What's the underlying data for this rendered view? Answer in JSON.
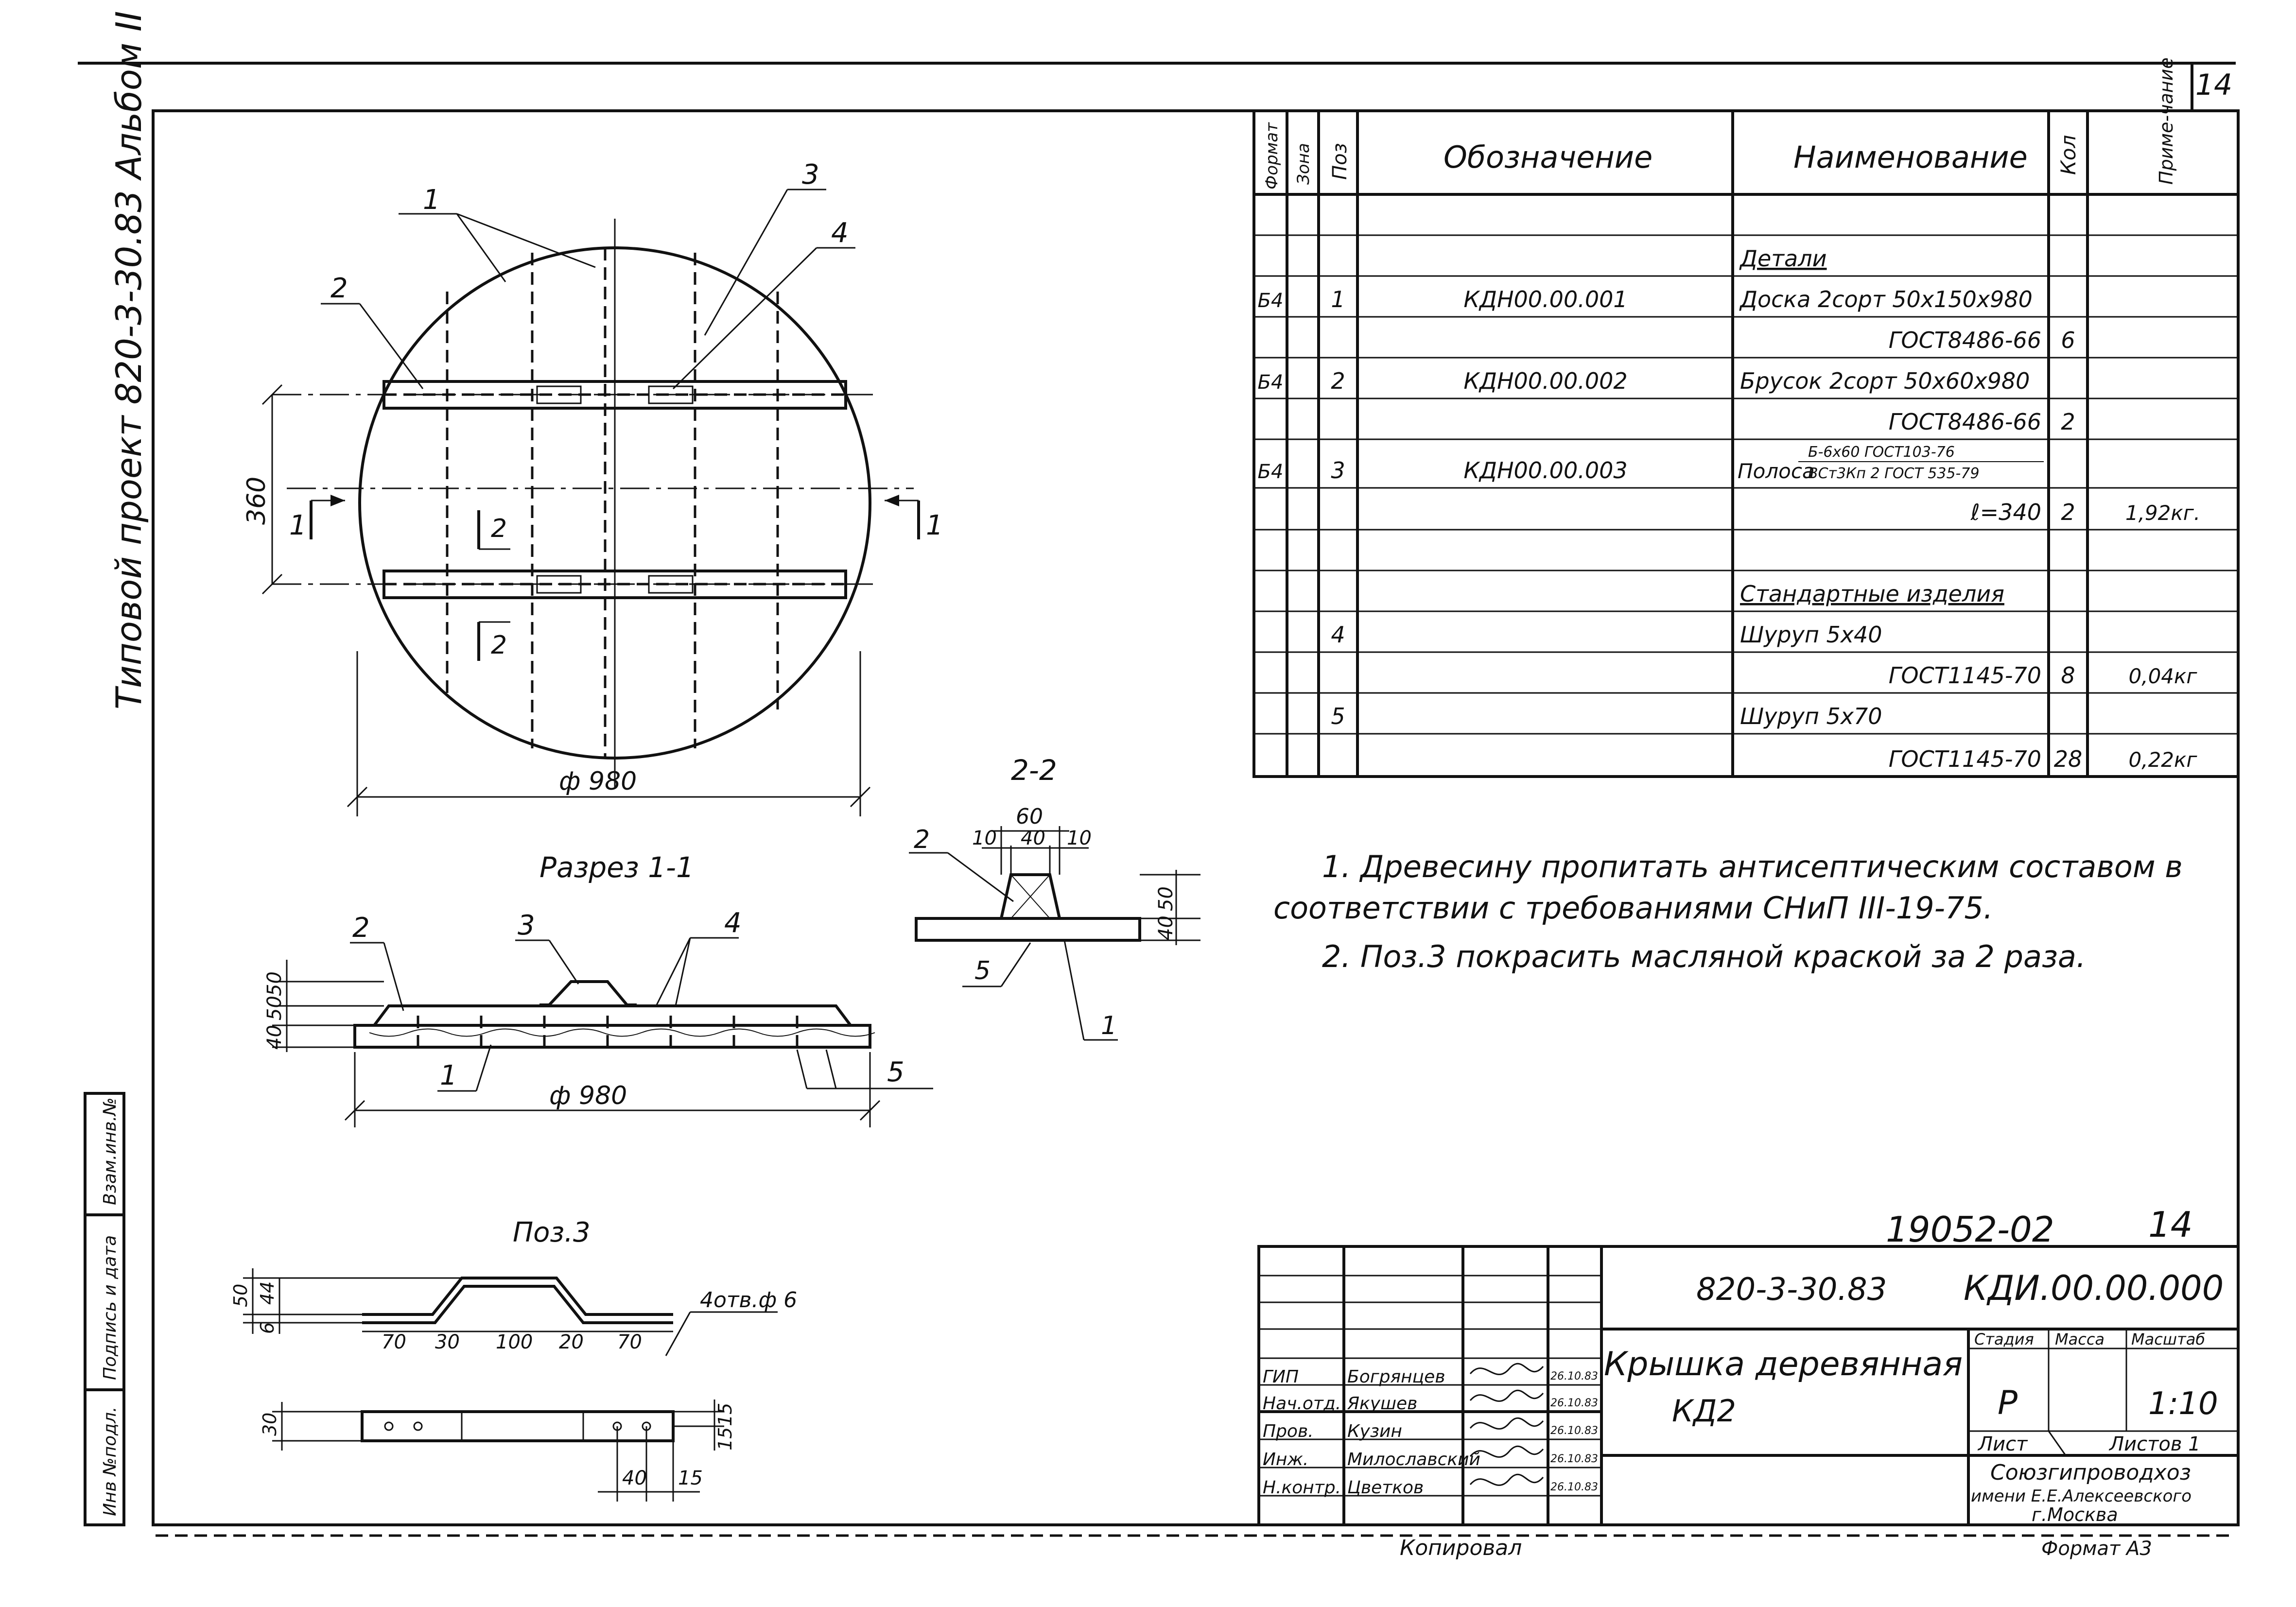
{
  "sheet": {
    "sheet_number": "14",
    "album_label": "Типовой проект 820-3-30.83 Альбом II",
    "doc_number_top": "19052-02",
    "doc_sheet_top": "14",
    "copied_label": "Копировал",
    "format_label": "Формат А3"
  },
  "side_stamp": {
    "inv_podl": "Инв №подл.",
    "podpis": "Подпись и дата",
    "vzam": "Взам.инв.№"
  },
  "drawing": {
    "plan_diameter": "ф 980",
    "plan_dim_360": "360",
    "callouts": {
      "c1": "1",
      "c2": "2",
      "c3": "3",
      "c4": "4"
    },
    "section_mark": "1",
    "section2_mark": "2",
    "section11_title": "Разрез 1-1",
    "section11_dims": {
      "d40": "40",
      "d50": "50",
      "d50b": "50",
      "dia": "ф 980",
      "c2": "2",
      "c3": "3",
      "c4": "4",
      "c1": "1",
      "c5": "5"
    },
    "section22_title": "2-2",
    "section22_dims": {
      "d60": "60",
      "d10a": "10",
      "d40": "40",
      "d10b": "10",
      "d50": "50",
      "d40v": "40",
      "c2": "2",
      "c5": "5",
      "c1": "1"
    },
    "poz3_title": "Поз.3",
    "poz3_dims": {
      "d50": "50",
      "d44": "44",
      "d6": "6",
      "d70a": "70",
      "d30a": "30",
      "d100": "100",
      "d20": "20",
      "d70b": "70",
      "holes": "4отв.ф 6",
      "d30v": "30",
      "d15a": "15",
      "d15b": "15",
      "d40": "40",
      "d15c": "15"
    }
  },
  "spec_table": {
    "headers": {
      "format": "Формат",
      "zone": "Зона",
      "poz": "Поз",
      "designation": "Обозначение",
      "name": "Наименование",
      "qty": "Кол",
      "note": "Приме-чание"
    },
    "rows": [
      {
        "format": "",
        "zone": "",
        "poz": "",
        "designation": "",
        "name": "",
        "qty": "",
        "note": ""
      },
      {
        "format": "",
        "zone": "",
        "poz": "",
        "designation": "",
        "name": "Детали",
        "qty": "",
        "note": "",
        "heading": true
      },
      {
        "format": "Б4",
        "zone": "",
        "poz": "1",
        "designation": "КДН00.00.001",
        "name": "Доска 2сорт 50х150х980",
        "qty": "",
        "note": ""
      },
      {
        "format": "",
        "zone": "",
        "poz": "",
        "designation": "",
        "name": "ГОСТ8486-66",
        "qty": "6",
        "note": "",
        "right": true
      },
      {
        "format": "Б4",
        "zone": "",
        "poz": "2",
        "designation": "КДН00.00.002",
        "name": "Брусок 2сорт 50х60х980",
        "qty": "",
        "note": ""
      },
      {
        "format": "",
        "zone": "",
        "poz": "",
        "designation": "",
        "name": "ГОСТ8486-66",
        "qty": "2",
        "note": "",
        "right": true
      },
      {
        "format": "Б4",
        "zone": "",
        "poz": "3",
        "designation": "КДН00.00.003",
        "name": "Полоса",
        "name_top": "Б-6х60 ГОСТ103-76",
        "name_bottom": "ВСт3Кп 2 ГОСТ 535-79",
        "qty": "",
        "note": ""
      },
      {
        "format": "",
        "zone": "",
        "poz": "",
        "designation": "",
        "name": "ℓ=340",
        "qty": "2",
        "note": "1,92кг.",
        "right": true
      },
      {
        "format": "",
        "zone": "",
        "poz": "",
        "designation": "",
        "name": "",
        "qty": "",
        "note": ""
      },
      {
        "format": "",
        "zone": "",
        "poz": "",
        "designation": "",
        "name": "Стандартные изделия",
        "qty": "",
        "note": "",
        "heading": true
      },
      {
        "format": "",
        "zone": "",
        "poz": "4",
        "designation": "",
        "name": "Шуруп 5х40",
        "qty": "",
        "note": ""
      },
      {
        "format": "",
        "zone": "",
        "poz": "",
        "designation": "",
        "name": "ГОСТ1145-70",
        "qty": "8",
        "note": "0,04кг",
        "right": true
      },
      {
        "format": "",
        "zone": "",
        "poz": "5",
        "designation": "",
        "name": "Шуруп 5х70",
        "qty": "",
        "note": ""
      },
      {
        "format": "",
        "zone": "",
        "poz": "",
        "designation": "",
        "name": "ГОСТ1145-70",
        "qty": "28",
        "note": "0,22кг",
        "right": true
      }
    ]
  },
  "notes": {
    "n1_line1": "1. Древесину пропитать антисептическим составом в",
    "n1_line2": "соответствии с требованиями СНиП III-19-75.",
    "n2": "2. Поз.3 покрасить масляной краской за 2 раза."
  },
  "title_block": {
    "project_code": "820-3-30.83",
    "doc_code": "КДИ.00.00.000",
    "title_line1": "Крышка деревянная",
    "title_line2": "КД2",
    "stage_label": "Стадия",
    "mass_label": "Масса",
    "scale_label": "Масштаб",
    "stage_value": "Р",
    "mass_value": "",
    "scale_value": "1:10",
    "sheet_label": "Лист",
    "sheets_label": "Листов 1",
    "org_line1": "Союзгипроводхоз",
    "org_line2": "имени Е.Е.Алексеевского",
    "org_line3": "г.Москва",
    "people": [
      {
        "role": "ГИП",
        "name": "Богрянцев",
        "date": "26.10.83"
      },
      {
        "role": "Нач.отд.",
        "name": "Якушев",
        "date": "26.10.83"
      },
      {
        "role": "Пров.",
        "name": "Кузин",
        "date": "26.10.83"
      },
      {
        "role": "Инж.",
        "name": "Милославский",
        "date": "26.10.83"
      },
      {
        "role": "Н.контр.",
        "name": "Цветков",
        "date": "26.10.83"
      }
    ]
  }
}
